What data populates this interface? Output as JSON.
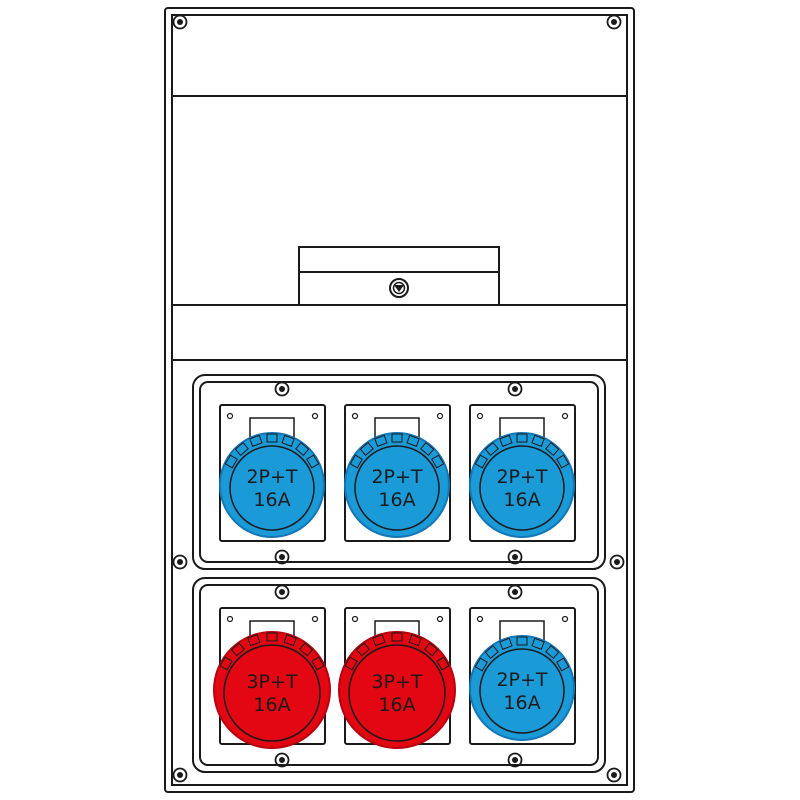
{
  "colors": {
    "blue": "#1b9ad8",
    "blue_dark": "#1576b5",
    "red": "#e30613",
    "red_dark": "#b8000e",
    "outline": "#1a1a1a"
  },
  "panels": [
    {
      "sockets": [
        {
          "poles": "2P+T",
          "rating": "16A",
          "color": "blue"
        },
        {
          "poles": "2P+T",
          "rating": "16A",
          "color": "blue"
        },
        {
          "poles": "2P+T",
          "rating": "16A",
          "color": "blue"
        }
      ]
    },
    {
      "sockets": [
        {
          "poles": "3P+T",
          "rating": "16A",
          "color": "red"
        },
        {
          "poles": "3P+T",
          "rating": "16A",
          "color": "red"
        },
        {
          "poles": "2P+T",
          "rating": "16A",
          "color": "blue"
        }
      ]
    }
  ]
}
